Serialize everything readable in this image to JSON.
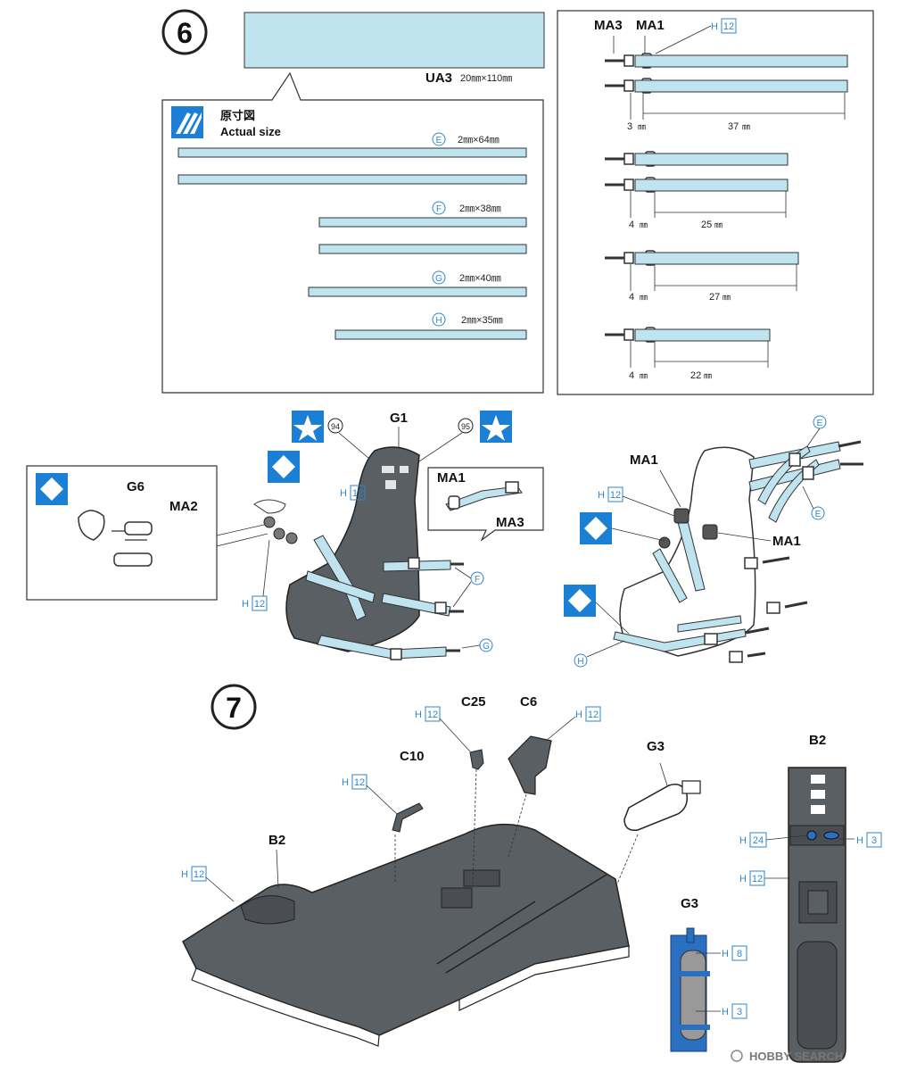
{
  "steps": {
    "six": "6",
    "seven": "7"
  },
  "decal": {
    "code": "UA3",
    "size": "20㎜×110㎜"
  },
  "actual_size": {
    "jp": "原寸図",
    "en": "Actual size"
  },
  "strips": [
    {
      "letter": "E",
      "size": "2㎜×64㎜"
    },
    {
      "letter": "F",
      "size": "2㎜×38㎜"
    },
    {
      "letter": "G",
      "size": "2㎜×40㎜"
    },
    {
      "letter": "H",
      "size": "2㎜×35㎜"
    }
  ],
  "belt_guide": {
    "labels": {
      "ma3": "MA3",
      "ma1": "MA1",
      "paint": "H",
      "paint_no": "12"
    },
    "groups": [
      {
        "a": "3",
        "b": "37"
      },
      {
        "a": "4",
        "b": "25"
      },
      {
        "a": "4",
        "b": "27"
      },
      {
        "a": "4",
        "b": "22"
      }
    ],
    "unit": "㎜"
  },
  "seat": {
    "g1": "G1",
    "n94": "94",
    "n95": "95",
    "g6": "G6",
    "ma2": "MA2",
    "ma1": "MA1",
    "ma3": "MA3",
    "letters": {
      "e": "E",
      "f": "F",
      "g": "G",
      "h": "H"
    }
  },
  "paints": {
    "h": "H",
    "h12": "12",
    "h24": "24",
    "h3": "3",
    "h8": "8"
  },
  "step7": {
    "c25": "C25",
    "c6": "C6",
    "c10": "C10",
    "g3": "G3",
    "b2": "B2"
  },
  "watermark": "HOBBY SEARCH",
  "colors": {
    "strip": "#bfe3ef",
    "accent": "#1c7fd6",
    "part": "#5a5f63",
    "paint": "#2f86cf"
  }
}
